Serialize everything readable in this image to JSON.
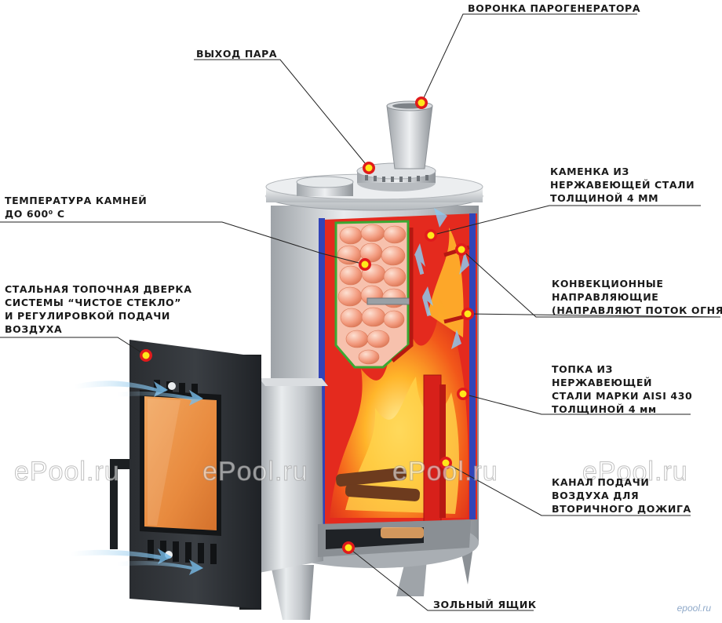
{
  "callouts": {
    "funnel": [
      "ВОРОНКА ПАРОГЕНЕРАТОРА"
    ],
    "steam_outlet": [
      "ВЫХОД ПАРА"
    ],
    "stones_temp": [
      "ТЕМПЕРАТУРА КАМНЕЙ",
      "ДО 600⁰ С"
    ],
    "heater": [
      "КАМЕНКА ИЗ",
      "НЕРЖАВЕЮЩЕЙ СТАЛИ",
      "ТОЛЩИНОЙ 4 ММ"
    ],
    "door": [
      "СТАЛЬНАЯ ТОПОЧНАЯ ДВЕРКА",
      "СИСТЕМЫ “ЧИСТОЕ СТЕКЛО”",
      "И РЕГУЛИРОВКОЙ ПОДАЧИ",
      "ВОЗДУХА"
    ],
    "guides": [
      "КОНВЕКЦИОННЫЕ",
      "НАПРАВЛЯЮЩИЕ",
      "(НАПРАВЛЯЮТ ПОТОК ОГНЯ)"
    ],
    "firebox": [
      "ТОПКА ИЗ",
      "НЕРЖАВЕЮЩЕЙ",
      "СТАЛИ МАРКИ AISI 430",
      "ТОЛЩИНОЙ 4 мм"
    ],
    "air_channel": [
      "КАНАЛ ПОДАЧИ",
      "ВОЗДУХА ДЛЯ",
      "ВТОРИЧНОГО ДОЖИГА"
    ],
    "ash_box": [
      "ЗОЛЬНЫЙ ЯЩИК"
    ]
  },
  "watermarks": [
    "ePool.ru",
    "ePool.ru",
    "ePool.ru",
    "ePool.ru"
  ],
  "watermark_small": "epool.ru",
  "colors": {
    "steel": "#c9cdd1",
    "fire_red": "#e8261c",
    "flame": "#ff8a1a",
    "stone": "#f1a48a",
    "green_grid": "#3aa832",
    "marker_fill": "#ffe81a",
    "marker_ring": "#e01b1b",
    "line": "#222222"
  }
}
